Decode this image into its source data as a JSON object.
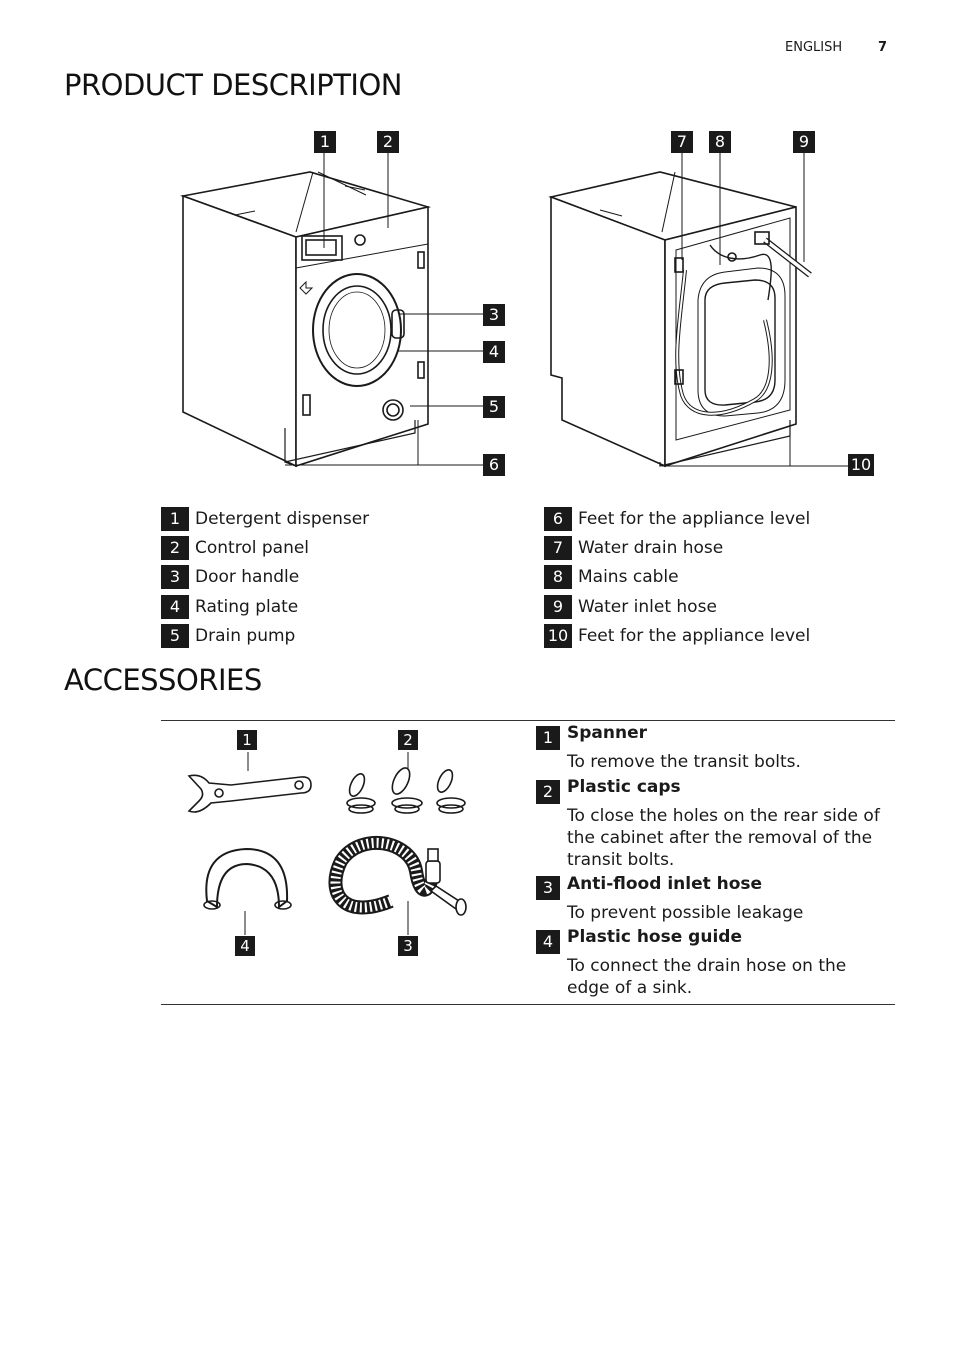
{
  "header": {
    "language": "ENGLISH",
    "page_number": "7"
  },
  "product_description": {
    "title": "PRODUCT DESCRIPTION",
    "callouts": [
      "1",
      "2",
      "3",
      "4",
      "5",
      "6",
      "7",
      "8",
      "9",
      "10"
    ],
    "legend": [
      {
        "num": "1",
        "label": "Detergent dispenser"
      },
      {
        "num": "2",
        "label": "Control panel"
      },
      {
        "num": "3",
        "label": "Door handle"
      },
      {
        "num": "4",
        "label": "Rating plate"
      },
      {
        "num": "5",
        "label": "Drain pump"
      },
      {
        "num": "6",
        "label": "Feet for the appliance level"
      },
      {
        "num": "7",
        "label": "Water drain hose"
      },
      {
        "num": "8",
        "label": "Mains cable"
      },
      {
        "num": "9",
        "label": "Water inlet hose"
      },
      {
        "num": "10",
        "label": "Feet for the appliance level"
      }
    ]
  },
  "accessories": {
    "title": "ACCESSORIES",
    "figure_callouts": [
      "1",
      "2",
      "4",
      "3"
    ],
    "items": [
      {
        "num": "1",
        "title": "Spanner",
        "desc": "To remove the transit bolts."
      },
      {
        "num": "2",
        "title": "Plastic caps",
        "desc": "To close the holes on the rear side of the cabinet after the removal of the transit bolts."
      },
      {
        "num": "3",
        "title": "Anti-flood inlet hose",
        "desc": "To prevent possible leakage"
      },
      {
        "num": "4",
        "title": "Plastic hose guide",
        "desc": "To connect the drain hose on the edge of a sink."
      }
    ]
  }
}
